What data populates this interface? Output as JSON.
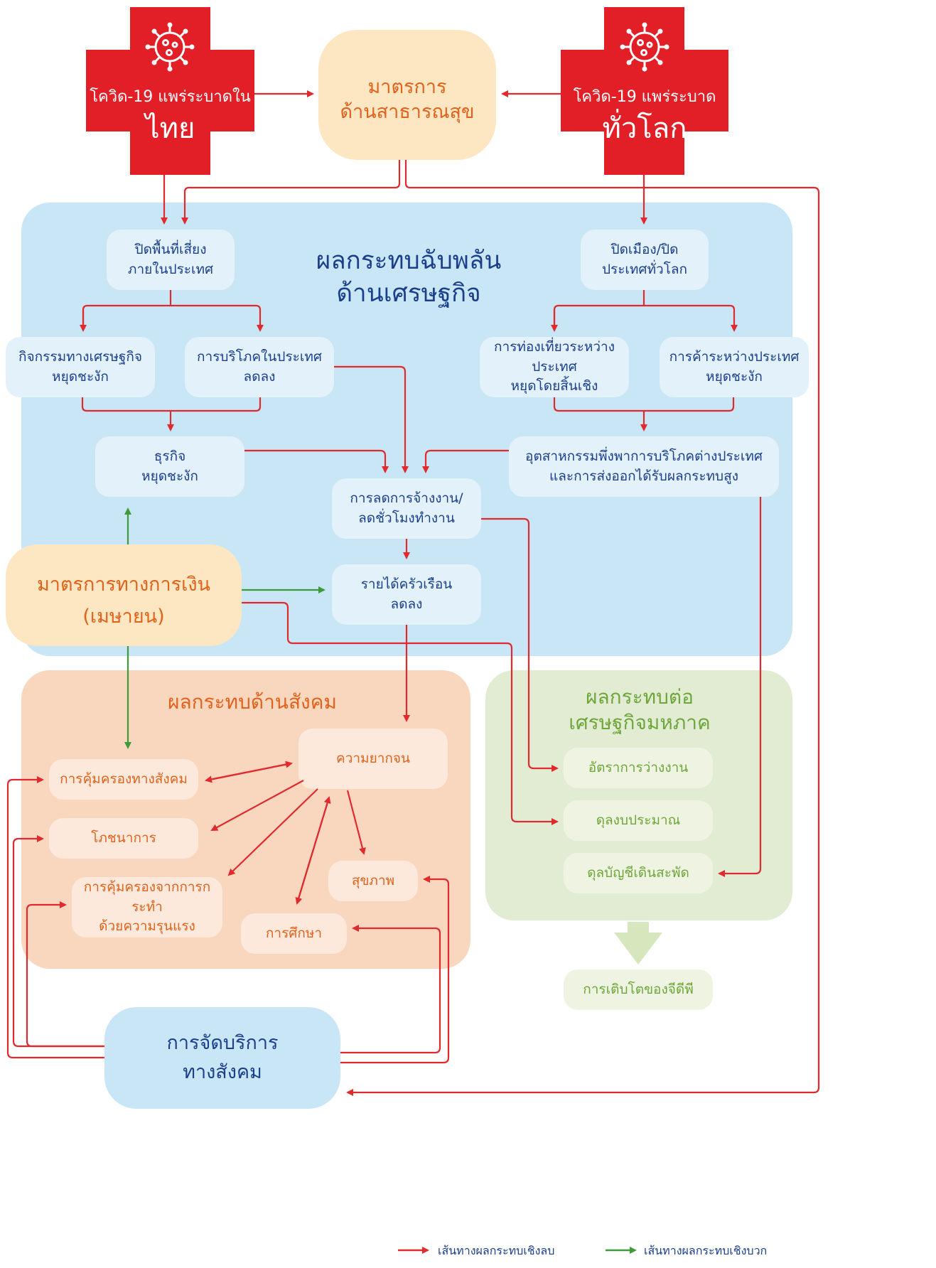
{
  "colors": {
    "negative": "#e02a2e",
    "positive": "#3f9a3a",
    "cross": "#e21f26",
    "blue_region": "#c9e6f7",
    "orange_region": "#f9d7bf",
    "green_region": "#e1ecd3",
    "public_health_fill": "#fde7c2",
    "navy_text": "#1b3f8b",
    "orange_text": "#e2621b",
    "green_text": "#6ea63a"
  },
  "crosses": {
    "thailand": {
      "line1": "โควิด-19 แพร่ระบาดใน",
      "line2": "ไทย",
      "icon": "virus-icon"
    },
    "world": {
      "line1": "โควิด-19 แพร่ระบาด",
      "line2": "ทั่วโลก",
      "icon": "virus-icon"
    }
  },
  "public_health": {
    "line1": "มาตรการ",
    "line2": "ด้านสาธารณสุข"
  },
  "economic_region": {
    "title": "ผลกระทบฉับพลัน\nด้านเศรษฐกิจ"
  },
  "boxes": {
    "close_domestic": "ปิดพื้นที่เสี่ยง\nภายในประเทศ",
    "lockdown": "ปิดเมือง/ปิด\nประเทศทั่วโลก",
    "econ_halt": "กิจกรรมทางเศรษฐกิจ\nหยุดชะงัก",
    "domestic_consumption": "การบริโภคในประเทศ\nลดลง",
    "tourism": "การท่องเที่ยวระหว่างประเทศ\nหยุดโดยสิ้นเชิง",
    "trade": "การค้าระหว่างประเทศ\nหยุดชะงัก",
    "business_halt": "ธุรกิจ\nหยุดชะงัก",
    "industry": "อุตสาหกรรมพึ่งพาการบริโภคต่างประเทศ\nและการส่งออกได้รับผลกระทบสูง",
    "layoffs": "การลดการจ้างงาน/\nลดชั่วโมงทำงาน",
    "household_income": "รายได้ครัวเรือน\nลดลง"
  },
  "financial_measures": {
    "line1": "มาตรการทางการเงิน",
    "line2": "(เมษายน)"
  },
  "social_region": {
    "title": "ผลกระทบด้านสังคม",
    "poverty": "ความยากจน",
    "social_protection": "การคุ้มครองทางสังคม",
    "nutrition": "โภชนาการ",
    "violence_protection": "การคุ้มครองจากการกระทำ\nด้วยความรุนแรง",
    "health": "สุขภาพ",
    "education": "การศึกษา"
  },
  "macro_region": {
    "title": "ผลกระทบต่อ\nเศรษฐกิจมหภาค",
    "unemployment": "อัตราการว่างงาน",
    "budget_balance": "ดุลงบประมาณ",
    "current_account": "ดุลบัญชีเดินสะพัด",
    "gdp_growth": "การเติบโตของจีดีพี"
  },
  "social_services": {
    "text": "การจัดบริการ\nทางสังคม"
  },
  "legend": {
    "negative": "เส้นทางผลกระทบเชิงลบ",
    "positive": "เส้นทางผลกระทบเชิงบวก"
  }
}
